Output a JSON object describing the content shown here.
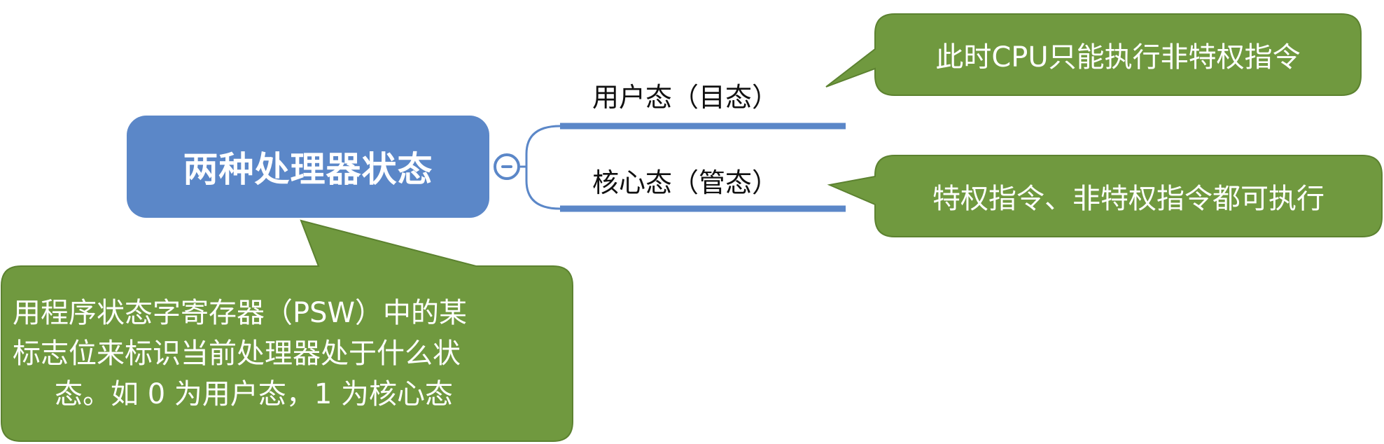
{
  "central_topic": "两种处理器状态",
  "branches": [
    {
      "label": "用户态（目态）",
      "callout": "此时CPU只能执行非特权指令"
    },
    {
      "label": "核心态（管态）",
      "callout": "特权指令、非特权指令都可执行"
    }
  ],
  "central_callout": {
    "lines": [
      "用程序状态字寄存器（PSW）中的某",
      "标志位来标识当前处理器处于什么状",
      "态。如 0 为用户态，1 为核心态"
    ]
  },
  "colors": {
    "central_node": "#5b87c8",
    "callout": "#70993f",
    "connector": "#5b87c8"
  }
}
